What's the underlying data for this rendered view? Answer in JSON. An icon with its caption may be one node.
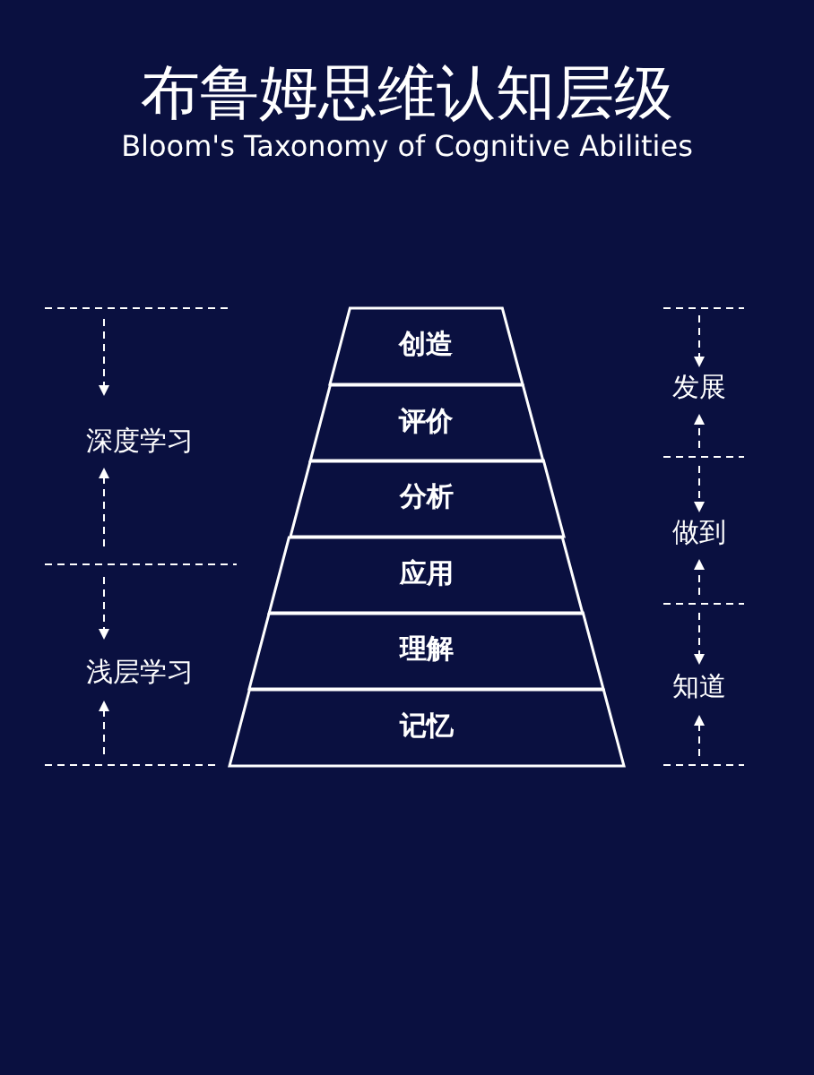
{
  "diagram": {
    "title": "布鲁姆思维认知层级",
    "caption": "Bloom's Taxonomy of Cognitive Abilities",
    "nodes": [
      {
        "text": [
          "创造"
        ]
      },
      {
        "text": [
          "评价"
        ]
      },
      {
        "text": [
          "分析"
        ]
      },
      {
        "text": [
          "应用"
        ]
      },
      {
        "text": [
          "理解"
        ]
      },
      {
        "text": [
          "记忆"
        ]
      }
    ],
    "edges": [],
    "labels": [
      "发展",
      "深度学习",
      "做到",
      "浅层学习",
      "知道"
    ]
  }
}
